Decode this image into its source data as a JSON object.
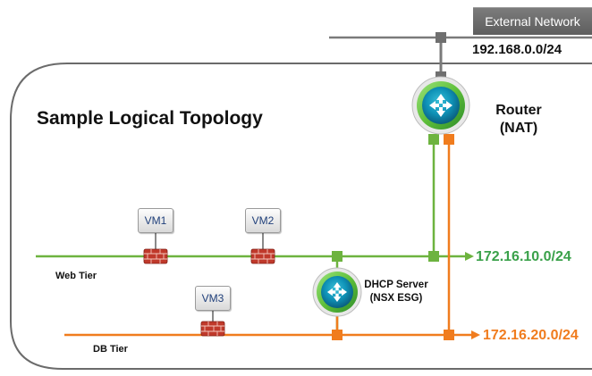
{
  "title": "Sample Logical Topology",
  "external_network": {
    "label": "External Network",
    "subnet": "192.168.0.0/24"
  },
  "router": {
    "label_line1": "Router",
    "label_line2": "(NAT)"
  },
  "dhcp_server": {
    "label_line1": "DHCP Server",
    "label_line2": "(NSX ESG)"
  },
  "web_tier": {
    "label": "Web Tier",
    "subnet": "172.16.10.0/24",
    "color": "#6db33f",
    "vms": [
      "VM1",
      "VM2"
    ]
  },
  "db_tier": {
    "label": "DB Tier",
    "subnet": "172.16.20.0/24",
    "color": "#f07c1e",
    "vms": [
      "VM3"
    ]
  },
  "colors": {
    "external_line": "#7a7a7a",
    "boundary": "#6b6b6b",
    "firewall": "#c0392b"
  },
  "icons": {
    "router": "router-icon",
    "dhcp": "edge-gateway-icon",
    "firewall": "firewall-icon",
    "vm": "vm-icon"
  }
}
